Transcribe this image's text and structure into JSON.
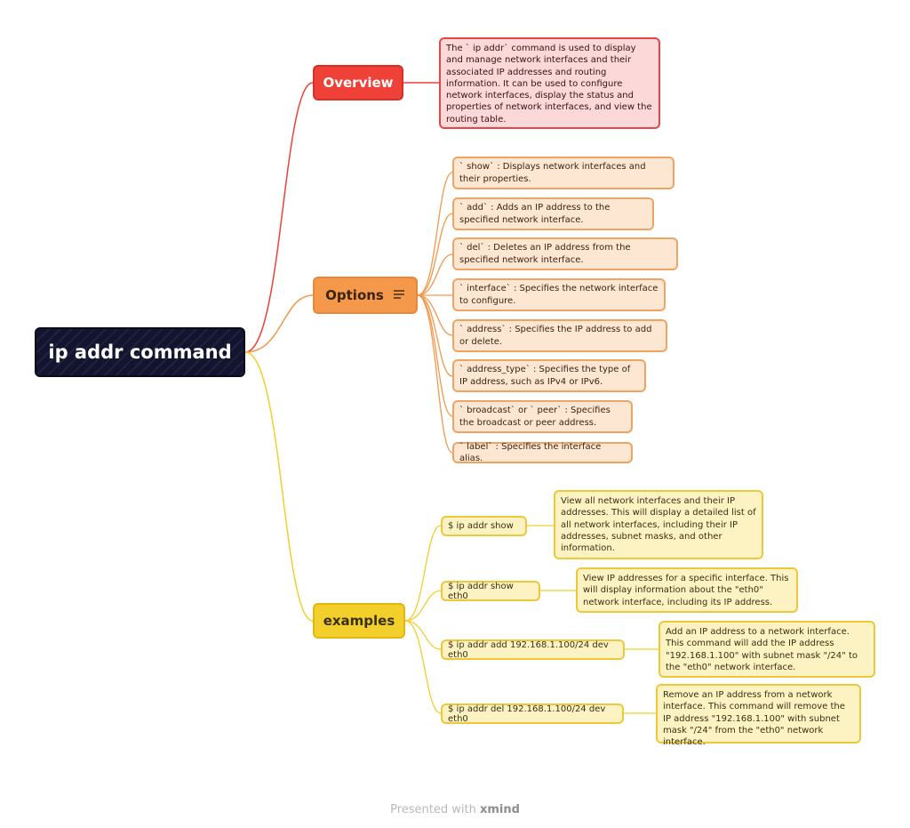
{
  "root": {
    "label": "ip addr command"
  },
  "overview": {
    "label": "Overview",
    "text": "The ` ip addr`  command is used to display and manage network interfaces and their associated IP addresses and routing information. It can be used to configure network interfaces, display the status and properties of network interfaces, and view the routing table."
  },
  "options": {
    "label": "Options",
    "icon": "notes-icon",
    "items": [
      {
        "text": "` show` : Displays network interfaces and their properties."
      },
      {
        "text": "` add` : Adds an IP address to the specified network interface."
      },
      {
        "text": "` del` : Deletes an IP address from the specified network interface."
      },
      {
        "text": "` interface` : Specifies the network interface to configure."
      },
      {
        "text": "` address` : Specifies the IP address to add or delete."
      },
      {
        "text": "` address_type` : Specifies the type of IP address, such as IPv4 or IPv6."
      },
      {
        "text": "` broadcast`  or ` peer` : Specifies the broadcast or peer address."
      },
      {
        "text": "` label` : Specifies the interface alias."
      }
    ]
  },
  "examples": {
    "label": "examples",
    "items": [
      {
        "command": "$ ip addr show",
        "description": "View all network interfaces and their IP addresses. This will display a detailed list of all network interfaces, including their IP addresses, subnet masks, and other information."
      },
      {
        "command": "$ ip addr show eth0",
        "description": "View IP addresses for a specific interface. This will display information about the \"eth0\" network interface, including its IP address."
      },
      {
        "command": "$ ip addr add 192.168.1.100/24 dev eth0",
        "description": "Add an IP address to a network interface. This command will add the IP address \"192.168.1.100\" with subnet mask \"/24\" to the \"eth0\" network interface."
      },
      {
        "command": "$ ip addr del 192.168.1.100/24 dev eth0",
        "description": "Remove an IP address from a network interface. This command will remove the IP address \"192.168.1.100\" with subnet mask \"/24\" from the \"eth0\" network interface."
      }
    ]
  },
  "colors": {
    "root": "#13142f",
    "overview": "#ef4137",
    "options": "#f4984c",
    "examples": "#f2cf2a"
  },
  "footer": {
    "prefix": "Presented with ",
    "brand": "xmind"
  }
}
